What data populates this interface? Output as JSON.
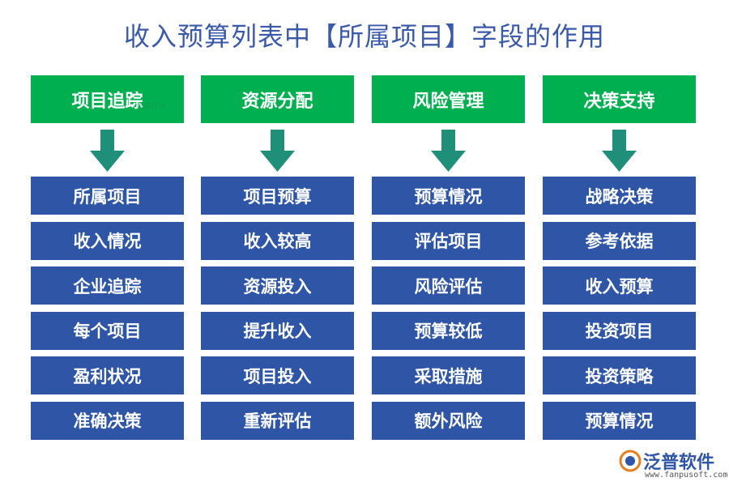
{
  "title": "收入预算列表中【所属项目】字段的作用",
  "columns": [
    {
      "header": "项目追踪",
      "items": [
        "所属项目",
        "收入情况",
        "企业追踪",
        "每个项目",
        "盈利状况",
        "准确决策"
      ]
    },
    {
      "header": "资源分配",
      "items": [
        "项目预算",
        "收入较高",
        "资源投入",
        "提升收入",
        "项目投入",
        "重新评估"
      ]
    },
    {
      "header": "风险管理",
      "items": [
        "预算情况",
        "评估项目",
        "风险评估",
        "预算较低",
        "采取措施",
        "额外风险"
      ]
    },
    {
      "header": "决策支持",
      "items": [
        "战略决策",
        "参考依据",
        "收入预算",
        "投资项目",
        "投资策略",
        "预算情况"
      ]
    }
  ],
  "colors": {
    "header": "#00b050",
    "item": "#2e55a6",
    "arrow": "#1f8f7a",
    "title": "#3a59a8"
  },
  "logo": {
    "name": "泛普软件",
    "url": "www.fanpusoft.com"
  },
  "watermark": "泛普软件"
}
